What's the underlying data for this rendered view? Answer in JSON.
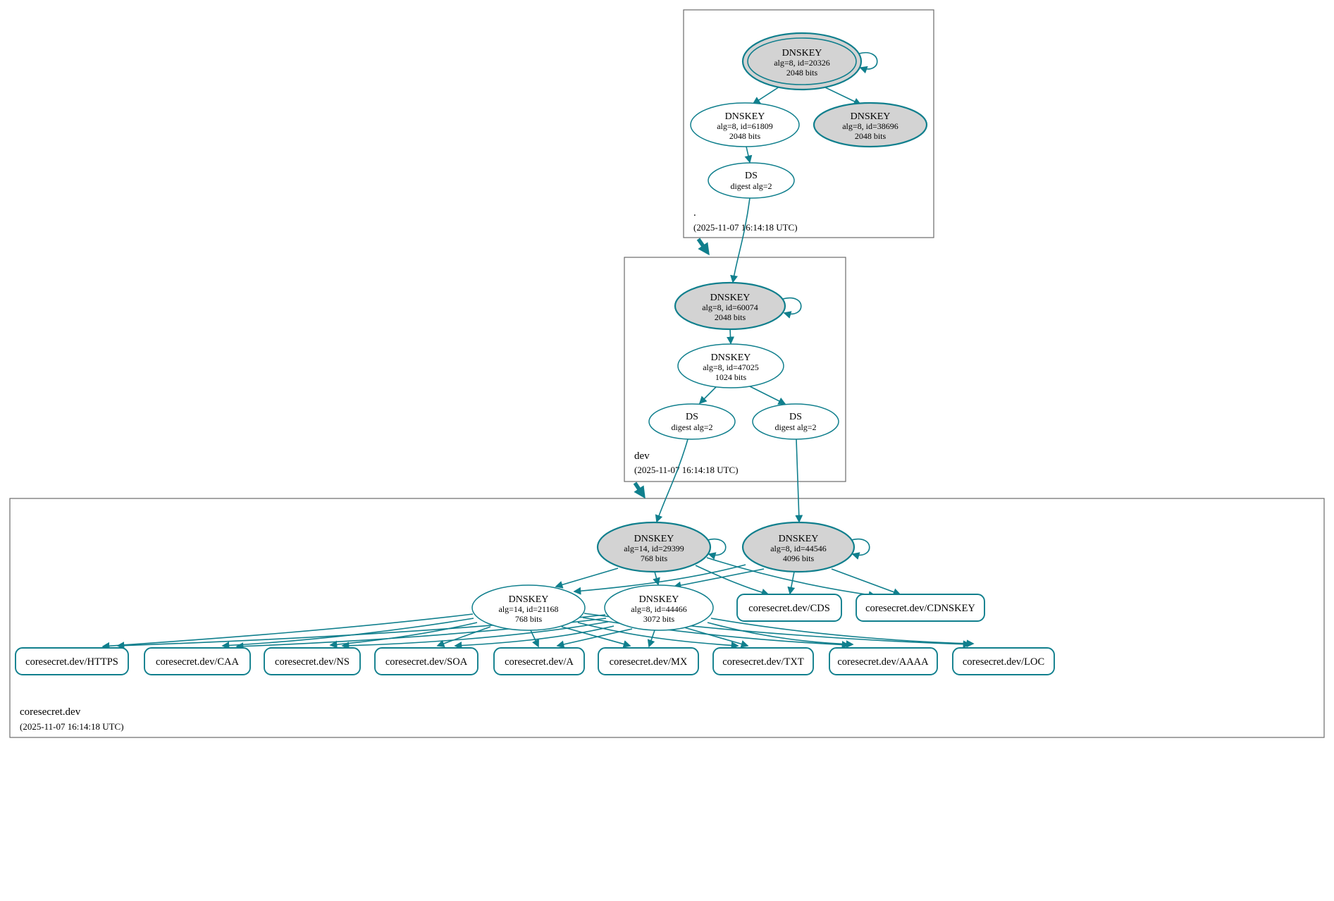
{
  "diagram_type": "dnssec-authentication-chain",
  "colors": {
    "accent": "#107f8d",
    "gray": "#d3d3d3",
    "zoneBorder": "#6b6b6b"
  },
  "zones": {
    "root": {
      "label": ".",
      "timestamp": "(2025-11-07 16:14:18 UTC)",
      "nodes": {
        "ksk": {
          "line1": "DNSKEY",
          "line2": "alg=8, id=20326",
          "line3": "2048 bits"
        },
        "zsk": {
          "line1": "DNSKEY",
          "line2": "alg=8, id=61809",
          "line3": "2048 bits"
        },
        "ksk2": {
          "line1": "DNSKEY",
          "line2": "alg=8, id=38696",
          "line3": "2048 bits"
        },
        "ds": {
          "line1": "DS",
          "line2": "digest alg=2"
        }
      }
    },
    "dev": {
      "label": "dev",
      "timestamp": "(2025-11-07 16:14:18 UTC)",
      "nodes": {
        "ksk": {
          "line1": "DNSKEY",
          "line2": "alg=8, id=60074",
          "line3": "2048 bits"
        },
        "zsk": {
          "line1": "DNSKEY",
          "line2": "alg=8, id=47025",
          "line3": "1024 bits"
        },
        "ds1": {
          "line1": "DS",
          "line2": "digest alg=2"
        },
        "ds2": {
          "line1": "DS",
          "line2": "digest alg=2"
        }
      }
    },
    "coresecret": {
      "label": "coresecret.dev",
      "timestamp": "(2025-11-07 16:14:18 UTC)",
      "nodes": {
        "ksk1": {
          "line1": "DNSKEY",
          "line2": "alg=14, id=29399",
          "line3": "768 bits"
        },
        "ksk2": {
          "line1": "DNSKEY",
          "line2": "alg=8, id=44546",
          "line3": "4096 bits"
        },
        "zsk1": {
          "line1": "DNSKEY",
          "line2": "alg=14, id=21168",
          "line3": "768 bits"
        },
        "zsk2": {
          "line1": "DNSKEY",
          "line2": "alg=8, id=44466",
          "line3": "3072 bits"
        }
      },
      "rrsets": {
        "cds": "coresecret.dev/CDS",
        "cdnskey": "coresecret.dev/CDNSKEY",
        "https": "coresecret.dev/HTTPS",
        "caa": "coresecret.dev/CAA",
        "ns": "coresecret.dev/NS",
        "soa": "coresecret.dev/SOA",
        "a": "coresecret.dev/A",
        "mx": "coresecret.dev/MX",
        "txt": "coresecret.dev/TXT",
        "aaaa": "coresecret.dev/AAAA",
        "loc": "coresecret.dev/LOC"
      }
    }
  }
}
